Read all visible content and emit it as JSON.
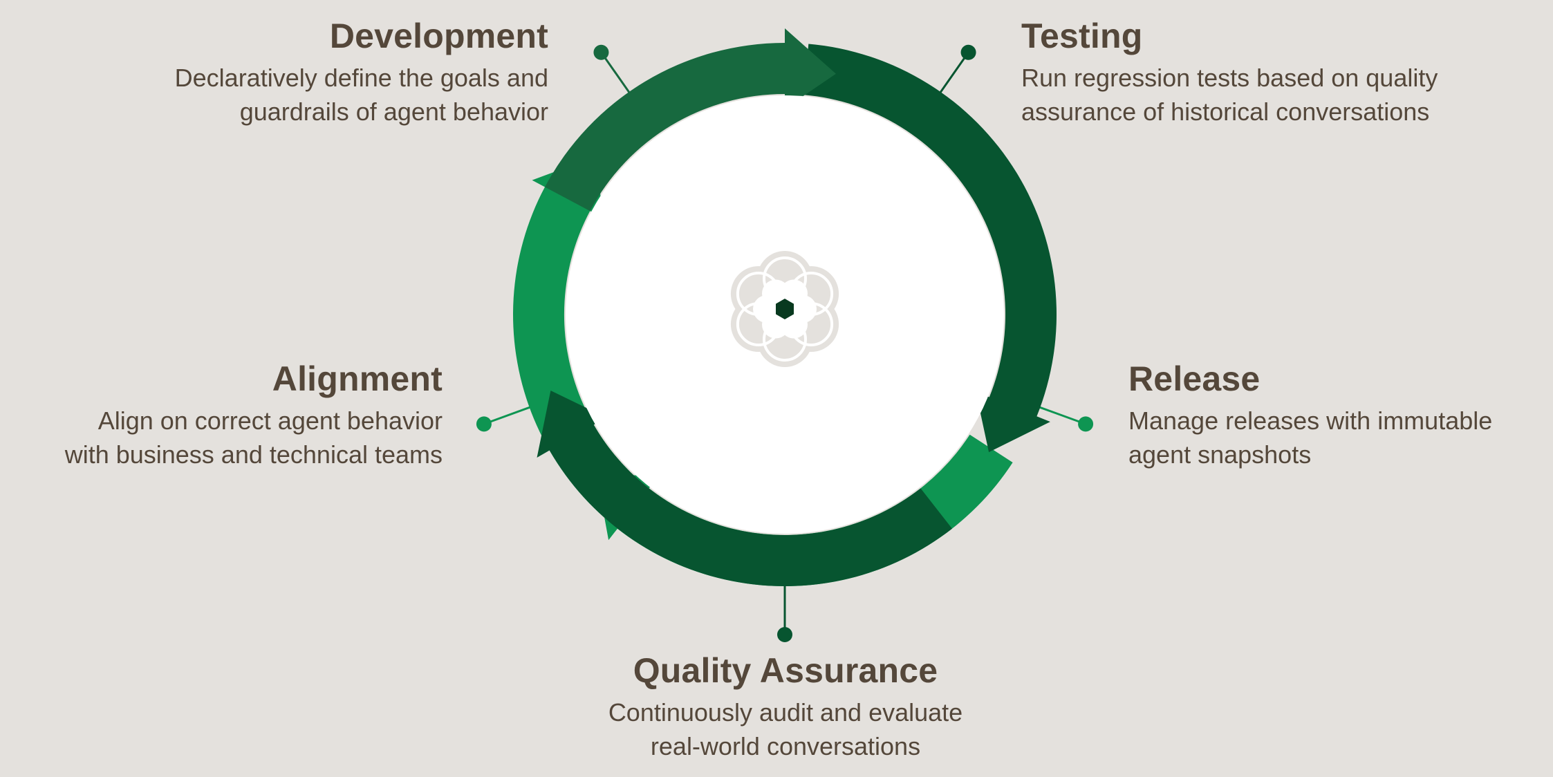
{
  "colors": {
    "background": "#e4e1dd",
    "text": "#54473a",
    "green_medium_dark": "#17693f",
    "green_dark": "#075530",
    "green_bright": "#0e9552",
    "circle_fill": "#ffffff",
    "flower": "#e4e1dd",
    "hex_center": "#08391f"
  },
  "stages": [
    {
      "key": "development",
      "title": "Development",
      "description_lines": [
        "Declaratively define the goals and",
        "guardrails of agent behavior"
      ]
    },
    {
      "key": "testing",
      "title": "Testing",
      "description_lines": [
        "Run regression tests based on quality",
        "assurance of historical conversations"
      ]
    },
    {
      "key": "release",
      "title": "Release",
      "description_lines": [
        "Manage releases with immutable",
        "agent snapshots"
      ]
    },
    {
      "key": "quality-assurance",
      "title": "Quality Assurance",
      "description_lines": [
        "Continuously audit and evaluate",
        "real-world conversations"
      ]
    },
    {
      "key": "alignment",
      "title": "Alignment",
      "description_lines": [
        "Align on correct agent behavior",
        "with business and technical teams"
      ]
    }
  ],
  "center_icon": "flower-logo-icon"
}
